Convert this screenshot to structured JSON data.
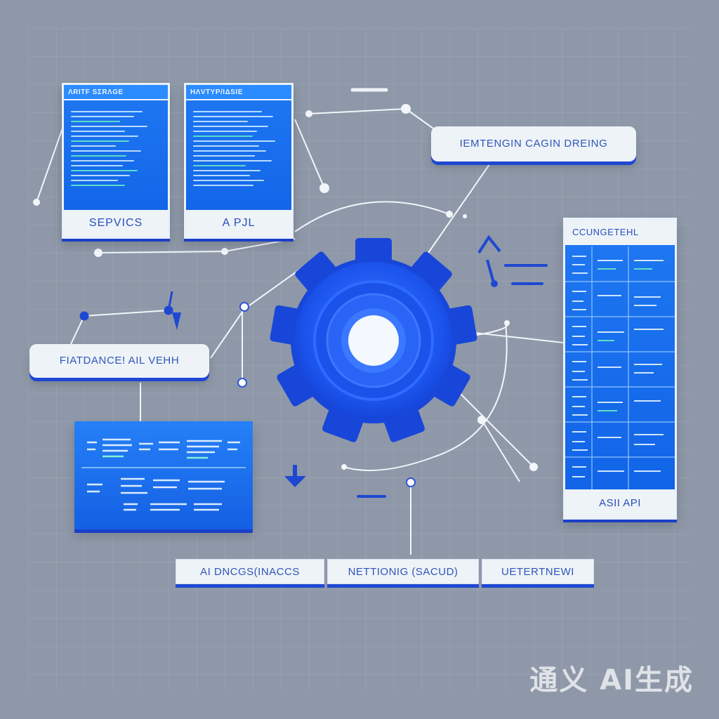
{
  "nodes": {
    "services_panel": {
      "header": "ΛRITF SΣRΛGE",
      "footer": "SEPVICS"
    },
    "api_panel": {
      "header": "ΗΛVΤΥΡ/ΙΔSΙΕ",
      "footer": "A PJL"
    },
    "management_label": "IEMTENGIN CAGIN DREING",
    "config_panel": {
      "header": "CCUNGETEHL",
      "footer": "ASII API"
    },
    "feature_label": "FIATDANCE! AIL VEHH",
    "bottom_tabs": [
      "AI DNCGS(INACCS",
      "NETTIONIG (SACUD)",
      "UETERTNEWI"
    ]
  },
  "colors": {
    "background": "#8e98a8",
    "accent_blue": "#1062e6",
    "gear_blue": "#1f5cf0",
    "label_bg": "#eef3f8"
  },
  "watermark": "通义 AI生成"
}
